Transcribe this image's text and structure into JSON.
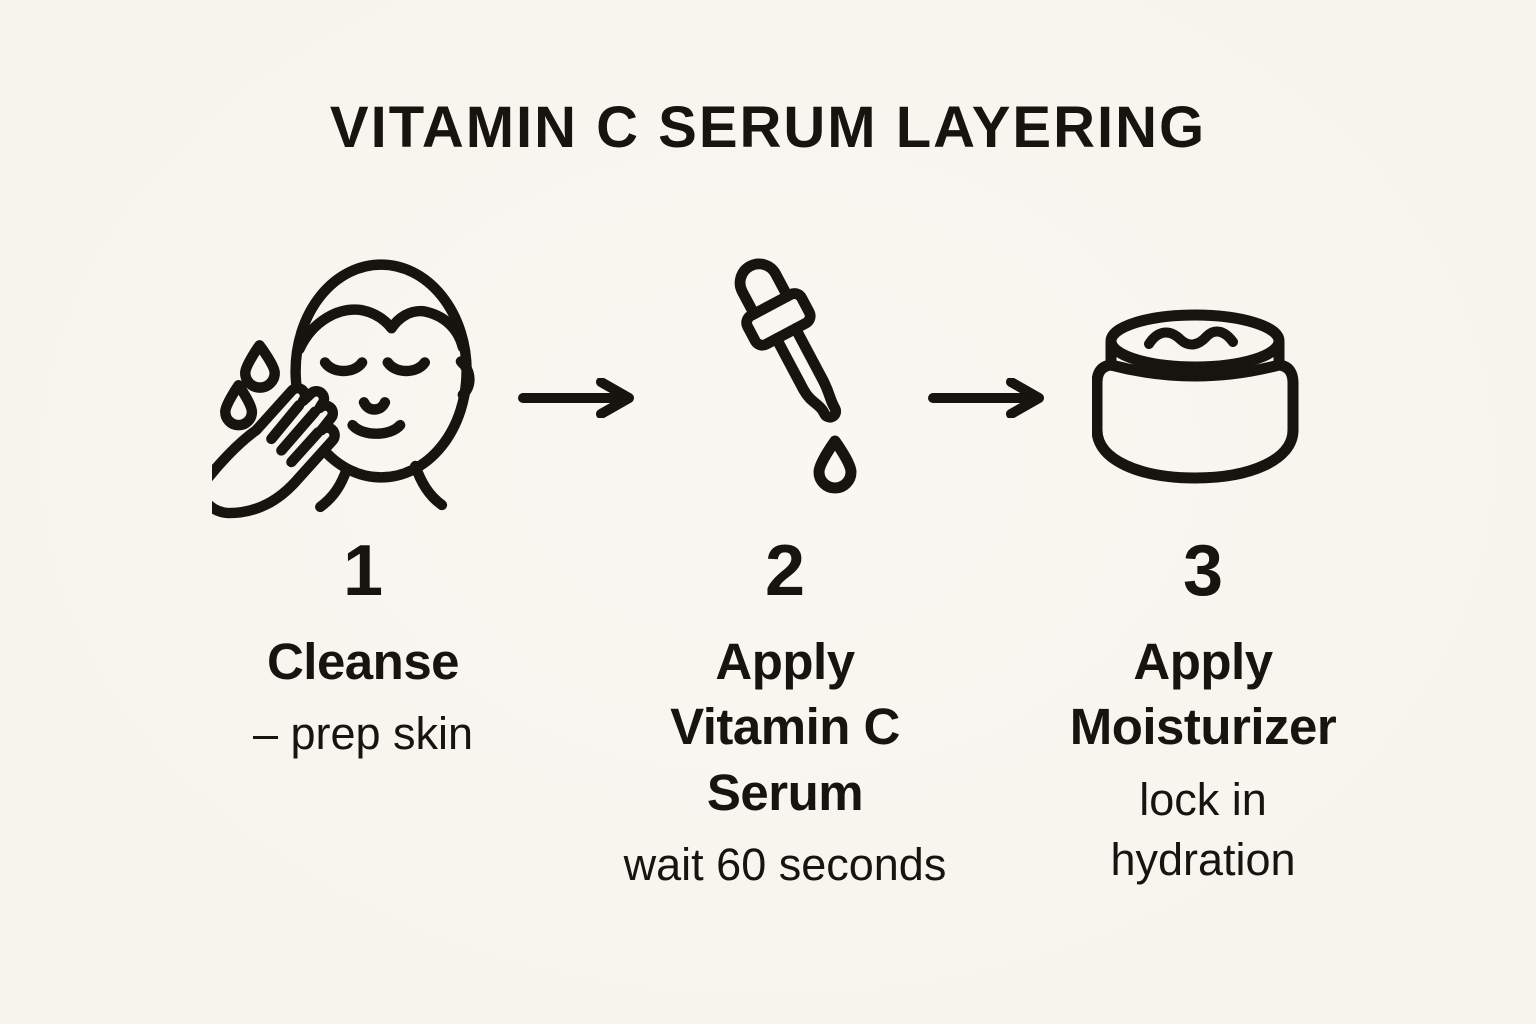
{
  "title": "VITAMIN C SERUM LAYERING",
  "colors": {
    "background": "#f8f5f0",
    "ink": "#16140f"
  },
  "flow": {
    "separator_icon": "arrow-right-icon",
    "direction": "left-to-right"
  },
  "steps": [
    {
      "number": "1",
      "heading": "Cleanse",
      "sub": "– prep skin",
      "icon": "face-cleansing-icon"
    },
    {
      "number": "2",
      "heading": "Apply\nVitamin C\nSerum",
      "sub": "wait 60 seconds",
      "icon": "serum-dropper-icon"
    },
    {
      "number": "3",
      "heading": "Apply\nMoisturizer",
      "sub": "lock in\nhydration",
      "icon": "moisturizer-jar-icon"
    }
  ]
}
